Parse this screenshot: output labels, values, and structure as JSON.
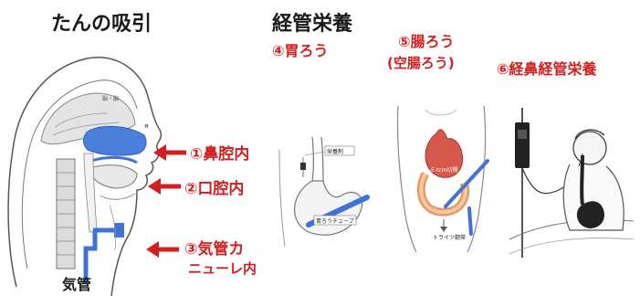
{
  "suction": {
    "title": "たんの吸引",
    "points": [
      {
        "label": "①鼻腔内"
      },
      {
        "label": "②口腔内"
      },
      {
        "label": "③気管カ",
        "label_line2": "ニューレ内"
      }
    ],
    "trachea_label": "気管"
  },
  "tube_feeding": {
    "title": "経管栄養",
    "items": [
      {
        "label": "④胃ろう",
        "inner_labels": [
          "栄養剤",
          "胃ろうチューブ"
        ]
      },
      {
        "label": "⑤腸ろう",
        "label_line2": "(空腸ろう)",
        "inner_labels": [
          "ミ-E-tcm切開",
          "トライツ靭帯"
        ]
      },
      {
        "label": "⑥経鼻経管栄養"
      }
    ]
  },
  "colors": {
    "accent_red": "#d21f1f",
    "tube_blue": "#3f73d6",
    "fill_blue": "#4a7fdc",
    "heading": "#1a1a1a",
    "line_art": "#555555"
  }
}
